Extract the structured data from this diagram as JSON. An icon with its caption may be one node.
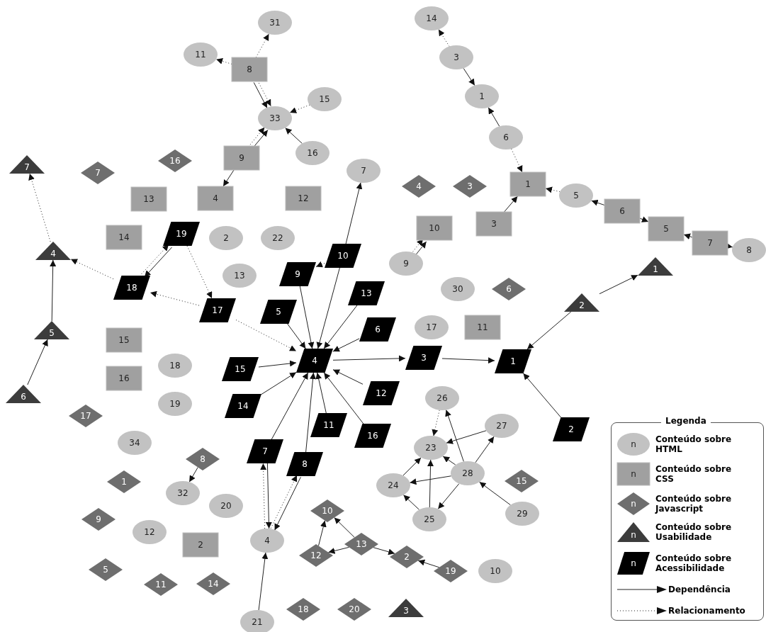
{
  "diagram": {
    "nodes": [
      {
        "text": [
          "14"
        ]
      },
      {
        "text": [
          "31"
        ]
      },
      {
        "text": [
          "11"
        ]
      },
      {
        "text": [
          "3"
        ]
      },
      {
        "text": [
          "8"
        ]
      },
      {
        "text": [
          "1"
        ]
      },
      {
        "text": [
          "15"
        ]
      },
      {
        "text": [
          "33"
        ]
      },
      {
        "text": [
          "6"
        ]
      },
      {
        "text": [
          "16"
        ]
      },
      {
        "text": [
          "9"
        ]
      },
      {
        "text": [
          "16"
        ]
      },
      {
        "text": [
          "7"
        ]
      },
      {
        "text": [
          "7"
        ]
      },
      {
        "text": [
          "7"
        ]
      },
      {
        "text": [
          "1"
        ]
      },
      {
        "text": [
          "4"
        ]
      },
      {
        "text": [
          "3"
        ]
      },
      {
        "text": [
          "5"
        ]
      },
      {
        "text": [
          "4"
        ]
      },
      {
        "text": [
          "12"
        ]
      },
      {
        "text": [
          "13"
        ]
      },
      {
        "text": [
          "6"
        ]
      },
      {
        "text": [
          "3"
        ]
      },
      {
        "text": [
          "10"
        ]
      },
      {
        "text": [
          "5"
        ]
      },
      {
        "text": [
          "19"
        ]
      },
      {
        "text": [
          "14"
        ]
      },
      {
        "text": [
          "2"
        ]
      },
      {
        "text": [
          "22"
        ]
      },
      {
        "text": [
          "7"
        ]
      },
      {
        "text": [
          "8"
        ]
      },
      {
        "text": [
          "4"
        ]
      },
      {
        "text": [
          "10"
        ]
      },
      {
        "text": [
          "9"
        ]
      },
      {
        "text": [
          "1"
        ]
      },
      {
        "text": [
          "9"
        ]
      },
      {
        "text": [
          "13"
        ]
      },
      {
        "text": [
          "18"
        ]
      },
      {
        "text": [
          "30"
        ]
      },
      {
        "text": [
          "6"
        ]
      },
      {
        "text": [
          "13"
        ]
      },
      {
        "text": [
          "2"
        ]
      },
      {
        "text": [
          "17"
        ]
      },
      {
        "text": [
          "5"
        ]
      },
      {
        "text": [
          "6"
        ]
      },
      {
        "text": [
          "5"
        ]
      },
      {
        "text": [
          "17"
        ]
      },
      {
        "text": [
          "11"
        ]
      },
      {
        "text": [
          "15"
        ]
      },
      {
        "text": [
          "4"
        ]
      },
      {
        "text": [
          "3"
        ]
      },
      {
        "text": [
          "1"
        ]
      },
      {
        "text": [
          "18"
        ]
      },
      {
        "text": [
          "15"
        ]
      },
      {
        "text": [
          "16"
        ]
      },
      {
        "text": [
          "12"
        ]
      },
      {
        "text": [
          "6"
        ]
      },
      {
        "text": [
          "26"
        ]
      },
      {
        "text": [
          "19"
        ]
      },
      {
        "text": [
          "14"
        ]
      },
      {
        "text": [
          "17"
        ]
      },
      {
        "text": [
          "11"
        ]
      },
      {
        "text": [
          "27"
        ]
      },
      {
        "text": [
          "2"
        ]
      },
      {
        "text": [
          "16"
        ]
      },
      {
        "text": [
          "34"
        ]
      },
      {
        "text": [
          "23"
        ]
      },
      {
        "text": [
          "7"
        ]
      },
      {
        "text": [
          "8"
        ]
      },
      {
        "text": [
          "8"
        ]
      },
      {
        "text": [
          "28"
        ]
      },
      {
        "text": [
          "15"
        ]
      },
      {
        "text": [
          "1"
        ]
      },
      {
        "text": [
          "24"
        ]
      },
      {
        "text": [
          "32"
        ]
      },
      {
        "text": [
          "20"
        ]
      },
      {
        "text": [
          "10"
        ]
      },
      {
        "text": [
          "29"
        ]
      },
      {
        "text": [
          "25"
        ]
      },
      {
        "text": [
          "9"
        ]
      },
      {
        "text": [
          "12"
        ]
      },
      {
        "text": [
          "4"
        ]
      },
      {
        "text": [
          "13"
        ]
      },
      {
        "text": [
          "2"
        ]
      },
      {
        "text": [
          "12"
        ]
      },
      {
        "text": [
          "2"
        ]
      },
      {
        "text": [
          "5"
        ]
      },
      {
        "text": [
          "10"
        ]
      },
      {
        "text": [
          "19"
        ]
      },
      {
        "text": [
          "14"
        ]
      },
      {
        "text": [
          "11"
        ]
      },
      {
        "text": [
          "18"
        ]
      },
      {
        "text": [
          "20"
        ]
      },
      {
        "text": [
          "3"
        ]
      },
      {
        "text": [
          "21"
        ]
      }
    ],
    "edges": [
      {
        "from": 4,
        "to": 2,
        "arrow": "to",
        "style": "dashed"
      },
      {
        "from": 4,
        "to": 1,
        "arrow": "to",
        "style": "dashed"
      },
      {
        "from": 4,
        "to": 7,
        "arrow": "to",
        "style": "dashed"
      },
      {
        "from": 4,
        "to": 7,
        "arrow": "to"
      },
      {
        "from": 6,
        "to": 7,
        "arrow": "to",
        "style": "dashed"
      },
      {
        "from": 9,
        "to": 7,
        "arrow": "to"
      },
      {
        "from": 10,
        "to": 7,
        "arrow": "to"
      },
      {
        "from": 10,
        "to": 7,
        "arrow": "to",
        "style": "dashed"
      },
      {
        "from": 10,
        "to": 19,
        "arrow": "to"
      },
      {
        "from": 3,
        "to": 0,
        "arrow": "to",
        "style": "dashed"
      },
      {
        "from": 3,
        "to": 5,
        "arrow": "to"
      },
      {
        "from": 8,
        "to": 5,
        "arrow": "to"
      },
      {
        "from": 8,
        "to": 15,
        "arrow": "to",
        "style": "dashed"
      },
      {
        "from": 23,
        "to": 15,
        "arrow": "to"
      },
      {
        "from": 18,
        "to": 15,
        "arrow": "to",
        "style": "dashed"
      },
      {
        "from": 22,
        "to": 18,
        "arrow": "to"
      },
      {
        "from": 22,
        "to": 25,
        "arrow": "to"
      },
      {
        "from": 30,
        "to": 25,
        "arrow": "to"
      },
      {
        "from": 30,
        "to": 31,
        "arrow": "to"
      },
      {
        "from": 34,
        "to": 24,
        "arrow": "to"
      },
      {
        "from": 34,
        "to": 24,
        "arrow": "to",
        "style": "dashed"
      },
      {
        "from": 42,
        "to": 35,
        "arrow": "to"
      },
      {
        "from": 42,
        "to": 52,
        "arrow": "to"
      },
      {
        "from": 64,
        "to": 52,
        "arrow": "to"
      },
      {
        "from": 51,
        "to": 52,
        "arrow": "to"
      },
      {
        "from": 50,
        "to": 51,
        "arrow": "to"
      },
      {
        "from": 33,
        "to": 13,
        "arrow": "to"
      },
      {
        "from": 33,
        "to": 36,
        "arrow": "to",
        "style": "dashed"
      },
      {
        "from": 33,
        "to": 50,
        "arrow": "to"
      },
      {
        "from": 36,
        "to": 50,
        "arrow": "to"
      },
      {
        "from": 44,
        "to": 50,
        "arrow": "to"
      },
      {
        "from": 41,
        "to": 50,
        "arrow": "to"
      },
      {
        "from": 45,
        "to": 50,
        "arrow": "to"
      },
      {
        "from": 54,
        "to": 50,
        "arrow": "to"
      },
      {
        "from": 60,
        "to": 50,
        "arrow": "to"
      },
      {
        "from": 56,
        "to": 50,
        "arrow": "to"
      },
      {
        "from": 62,
        "to": 50,
        "arrow": "to"
      },
      {
        "from": 65,
        "to": 50,
        "arrow": "to"
      },
      {
        "from": 68,
        "to": 50,
        "arrow": "to"
      },
      {
        "from": 70,
        "to": 50,
        "arrow": "to"
      },
      {
        "from": 43,
        "to": 50,
        "arrow": "to",
        "style": "dashed"
      },
      {
        "from": 43,
        "to": 38,
        "arrow": "to",
        "style": "dashed"
      },
      {
        "from": 26,
        "to": 43,
        "arrow": "to",
        "style": "dashed"
      },
      {
        "from": 26,
        "to": 38,
        "arrow": "to"
      },
      {
        "from": 38,
        "to": 26,
        "arrow": "to",
        "style": "dashed"
      },
      {
        "from": 38,
        "to": 32,
        "arrow": "to",
        "style": "dashed"
      },
      {
        "from": 32,
        "to": 12,
        "arrow": "to",
        "style": "dashed"
      },
      {
        "from": 46,
        "to": 32,
        "arrow": "to"
      },
      {
        "from": 57,
        "to": 46,
        "arrow": "to"
      },
      {
        "from": 68,
        "to": 82,
        "arrow": "to"
      },
      {
        "from": 82,
        "to": 68,
        "arrow": "to",
        "style": "dashed"
      },
      {
        "from": 70,
        "to": 82,
        "arrow": "to"
      },
      {
        "from": 82,
        "to": 70,
        "arrow": "to",
        "style": "dashed"
      },
      {
        "from": 95,
        "to": 82,
        "arrow": "to"
      },
      {
        "from": 69,
        "to": 75,
        "arrow": "to"
      },
      {
        "from": 83,
        "to": 77,
        "arrow": "to"
      },
      {
        "from": 83,
        "to": 85,
        "arrow": "to"
      },
      {
        "from": 85,
        "to": 77,
        "arrow": "to"
      },
      {
        "from": 83,
        "to": 86,
        "arrow": "to"
      },
      {
        "from": 89,
        "to": 86,
        "arrow": "to"
      },
      {
        "from": 58,
        "to": 67,
        "arrow": "to",
        "style": "dashed"
      },
      {
        "from": 71,
        "to": 58,
        "arrow": "to"
      },
      {
        "from": 63,
        "to": 67,
        "arrow": "to"
      },
      {
        "from": 71,
        "to": 63,
        "arrow": "to"
      },
      {
        "from": 71,
        "to": 67,
        "arrow": "to"
      },
      {
        "from": 71,
        "to": 74,
        "arrow": "to"
      },
      {
        "from": 74,
        "to": 67,
        "arrow": "to"
      },
      {
        "from": 79,
        "to": 67,
        "arrow": "to"
      },
      {
        "from": 71,
        "to": 79,
        "arrow": "to"
      },
      {
        "from": 79,
        "to": 74,
        "arrow": "to"
      },
      {
        "from": 78,
        "to": 71,
        "arrow": "to"
      }
    ],
    "labels": [
      "Legenda",
      "n",
      "n",
      "n",
      "n",
      "n"
    ],
    "legend": [
      {
        "text": "Conteúdo sobre HTML"
      },
      {
        "text": "Conteúdo sobre CSS"
      },
      {
        "text": "Conteúdo sobre Javascript"
      },
      {
        "text": "Conteúdo sobre Usabilidade"
      },
      {
        "text": "Conteúdo sobre Acessibilidade"
      },
      {
        "text": "Dependência"
      },
      {
        "text": "Relacionamento"
      }
    ]
  }
}
